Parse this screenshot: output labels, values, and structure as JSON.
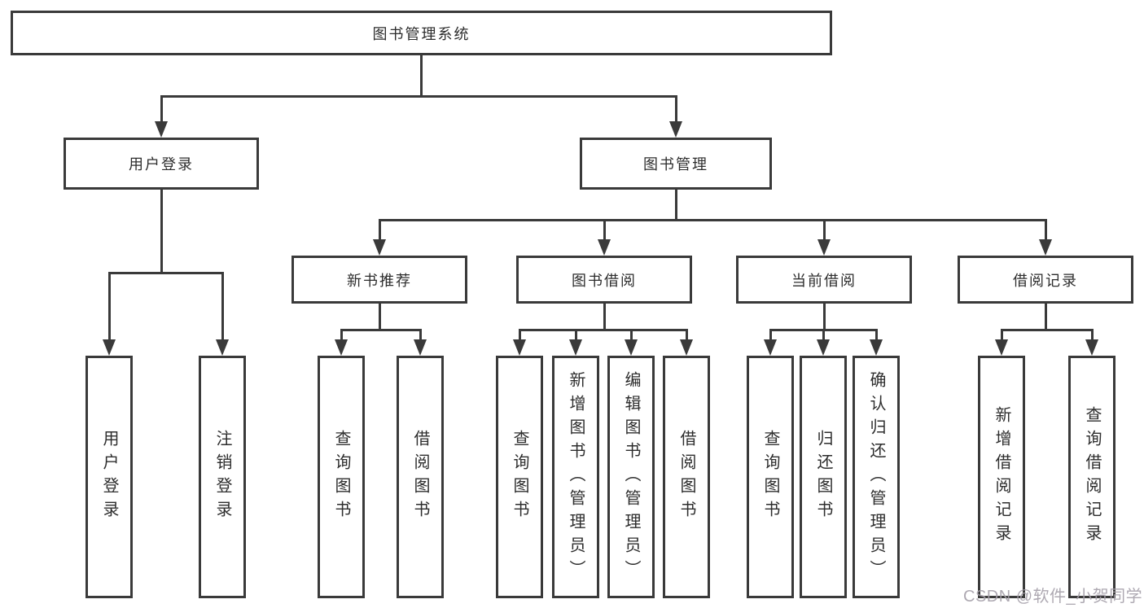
{
  "watermark": "CSDN @软件_小贺同学",
  "colors": {
    "line": "#3a3a3a",
    "text": "#2d2d2d",
    "background": "#ffffff",
    "watermark": "#a5a0aa"
  },
  "tree": {
    "label": "图书管理系统",
    "children": [
      {
        "label": "用户登录",
        "children": [
          {
            "label": "用户登录"
          },
          {
            "label": "注销登录"
          }
        ]
      },
      {
        "label": "图书管理",
        "children": [
          {
            "label": "新书推荐",
            "children": [
              {
                "label": "查询图书"
              },
              {
                "label": "借阅图书"
              }
            ]
          },
          {
            "label": "图书借阅",
            "children": [
              {
                "label": "查询图书"
              },
              {
                "label": "新增图书（管理员）"
              },
              {
                "label": "编辑图书（管理员）"
              },
              {
                "label": "借阅图书"
              }
            ]
          },
          {
            "label": "当前借阅",
            "children": [
              {
                "label": "查询图书"
              },
              {
                "label": "归还图书"
              },
              {
                "label": "确认归还（管理员）"
              }
            ]
          },
          {
            "label": "借阅记录",
            "children": [
              {
                "label": "新增借阅记录"
              },
              {
                "label": "查询借阅记录"
              }
            ]
          }
        ]
      }
    ]
  }
}
